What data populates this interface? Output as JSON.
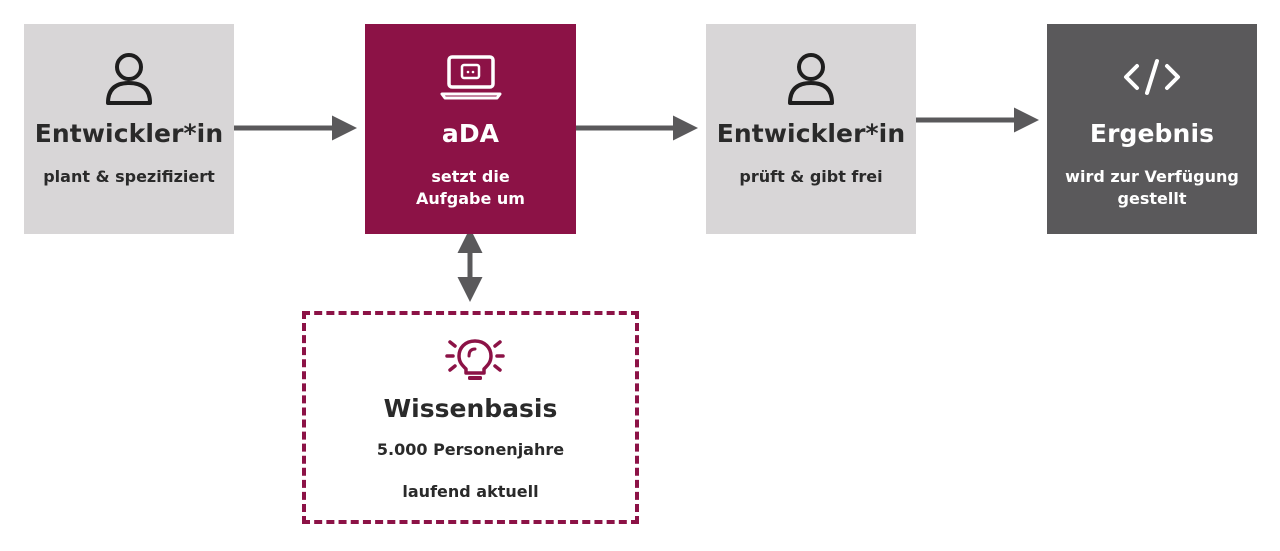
{
  "steps": [
    {
      "title": "Entwickler*in",
      "subtitle": "plant & spezifiziert",
      "icon": "person-icon"
    },
    {
      "title": "aDA",
      "subtitle_lines": [
        "setzt die",
        "Aufgabe um"
      ],
      "icon": "laptop-icon"
    },
    {
      "title": "Entwickler*in",
      "subtitle": "prüft & gibt frei",
      "icon": "person-icon"
    },
    {
      "title": "Ergebnis",
      "subtitle_lines": [
        "wird zur Verfügung",
        "gestellt"
      ],
      "icon": "code-icon"
    }
  ],
  "knowledge_base": {
    "title": "Wissenbasis",
    "lines": [
      "5.000 Personenjahre",
      "laufend aktuell"
    ],
    "icon": "lightbulb-icon"
  },
  "colors": {
    "human_box": "#d8d6d7",
    "ada_box": "#8c1246",
    "result_box": "#5a595b",
    "arrow": "#5a595b",
    "accent": "#8c1246"
  }
}
